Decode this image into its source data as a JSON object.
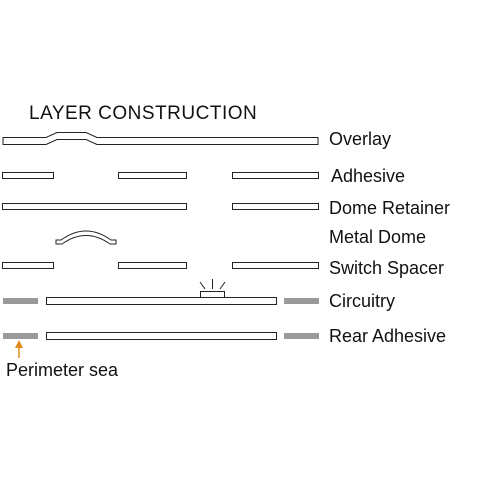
{
  "diagram": {
    "title": "LAYER CONSTRUCTION",
    "layers": [
      {
        "key": "overlay",
        "label": "Overlay"
      },
      {
        "key": "adhesive",
        "label": "Adhesive"
      },
      {
        "key": "dome-retainer",
        "label": "Dome Retainer"
      },
      {
        "key": "metal-dome",
        "label": "Metal Dome"
      },
      {
        "key": "switch-spacer",
        "label": "Switch Spacer"
      },
      {
        "key": "circuitry",
        "label": "Circuitry"
      },
      {
        "key": "rear-adhesive",
        "label": "Rear Adhesive"
      }
    ],
    "callout": {
      "label": "Perimeter sea"
    },
    "colors": {
      "outline": "#222222",
      "perimeter_seal": "#9a9a9a",
      "callout_arrow": "#e08a1e",
      "text": "#111111"
    }
  }
}
